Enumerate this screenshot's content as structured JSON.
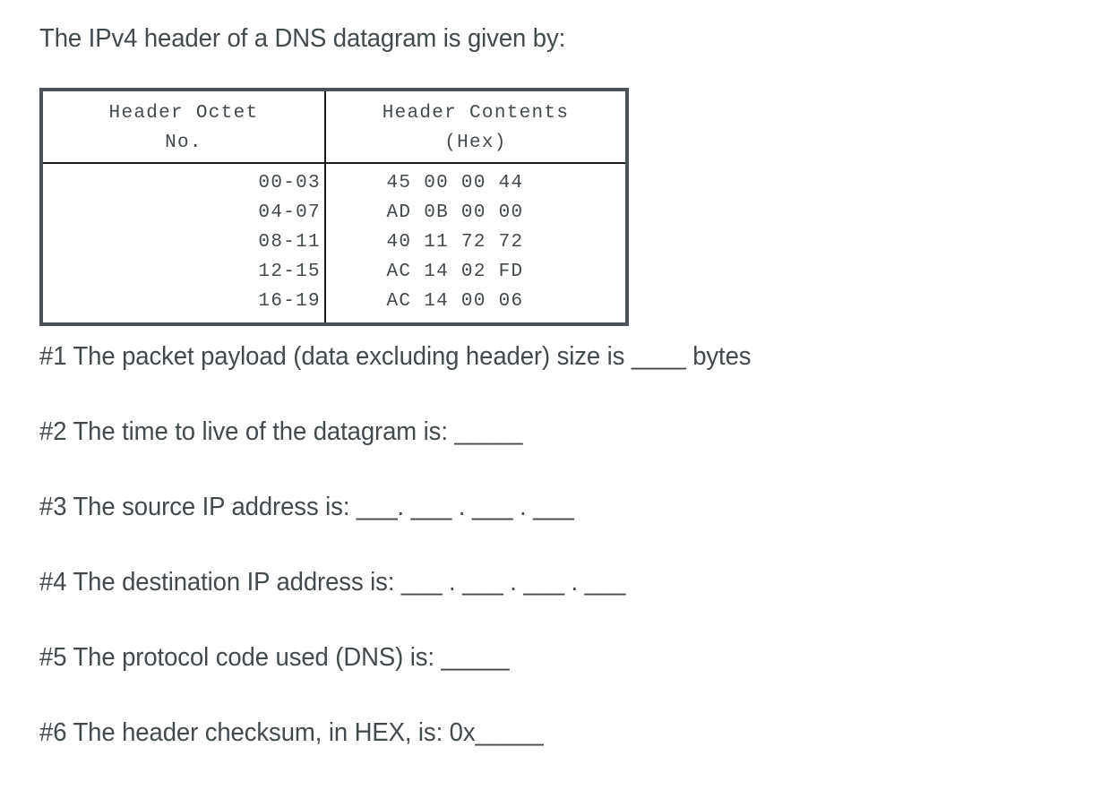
{
  "document": {
    "intro": "The IPv4 header of a DNS datagram is given by:"
  },
  "table": {
    "columns": [
      {
        "line1": "Header Octet",
        "line2": "No."
      },
      {
        "line1": "Header Contents",
        "line2": "(Hex)"
      }
    ],
    "rows": [
      {
        "octet": "00-03",
        "hex": "45 00 00 44"
      },
      {
        "octet": "04-07",
        "hex": "AD 0B 00 00"
      },
      {
        "octet": "08-11",
        "hex": "40 11 72 72"
      },
      {
        "octet": "12-15",
        "hex": "AC 14 02 FD"
      },
      {
        "octet": "16-19",
        "hex": "AC 14 00 06"
      }
    ]
  },
  "questions": [
    {
      "id": "q1",
      "text": "#1 The packet payload (data excluding header) size is ____ bytes"
    },
    {
      "id": "q2",
      "text": "#2 The time to live of the datagram is: _____"
    },
    {
      "id": "q3",
      "text": "#3 The source IP address is: ___. ___ . ___ . ___"
    },
    {
      "id": "q4",
      "text": "#4 The destination IP address is: ___ . ___ . ___ . ___"
    },
    {
      "id": "q5",
      "text": "#5 The protocol code used (DNS) is: _____"
    },
    {
      "id": "q6",
      "text": "#6 The header checksum, in HEX, is: 0x_____"
    }
  ],
  "colors": {
    "text": "#434a4e",
    "table_border_outer": "#4b5156",
    "table_border_inner": "#1c1c1c",
    "background": "#ffffff"
  }
}
